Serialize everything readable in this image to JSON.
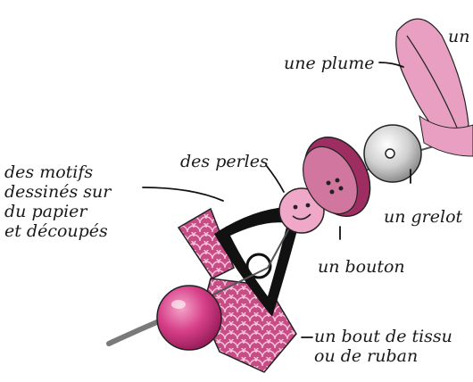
{
  "labels": {
    "feather_top": "un",
    "feather": "une plume",
    "beads": "des perles",
    "motifs": "des motifs\ndessinés sur\ndu papier\net découpés",
    "bell": "un grelot",
    "button": "un bouton",
    "fabric": "un bout de tissu\nou de ruban"
  },
  "colors": {
    "pink_dark": "#b2386e",
    "pink_mid": "#d24f8f",
    "pink_light": "#e9a9c6",
    "grey_bell": "#c9c9c9",
    "outline": "#111111"
  }
}
